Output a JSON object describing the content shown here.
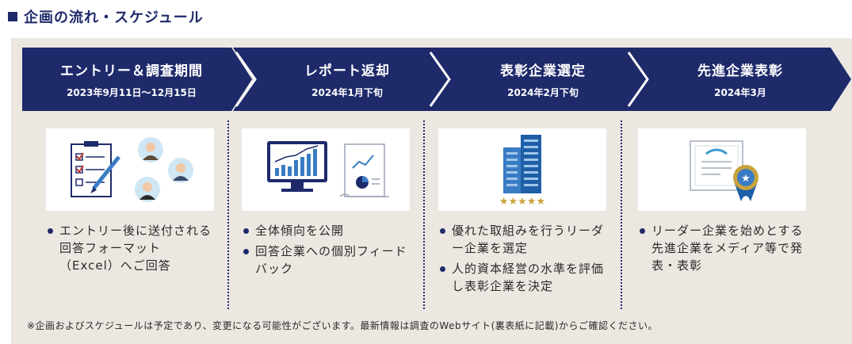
{
  "section_title": "企画の流れ・スケジュール",
  "colors": {
    "navy": "#1f2a6b",
    "panel": "#ece7e0",
    "accent_blue": "#3a7cc4",
    "gold": "#c9a33b"
  },
  "steps": [
    {
      "title": "エントリー＆調査期間",
      "date": "2023年9月11日〜12月15日",
      "image_icon": "checklist-with-people-icon",
      "bullets": [
        "エントリー後に送付される回答フォーマット（Excel）へご回答"
      ]
    },
    {
      "title": "レポート返却",
      "date": "2024年1月下旬",
      "image_icon": "report-chart-icon",
      "bullets": [
        "全体傾向を公開",
        "回答企業への個別フィードバック"
      ]
    },
    {
      "title": "表彰企業選定",
      "date": "2024年2月下旬",
      "image_icon": "building-stars-icon",
      "bullets": [
        "優れた取組みを行うリーダー企業を選定",
        "人的資本経営の水準を評価し表彰企業を決定"
      ]
    },
    {
      "title": "先進企業表彰",
      "date": "2024年3月",
      "image_icon": "certificate-medal-icon",
      "bullets": [
        "リーダー企業を始めとする先進企業をメディア等で発表・表彰"
      ]
    }
  ],
  "footnote": "※企画およびスケジュールは予定であり、変更になる可能性がございます。最新情報は調査のWebサイト(裏表紙に記載)からご確認ください。"
}
